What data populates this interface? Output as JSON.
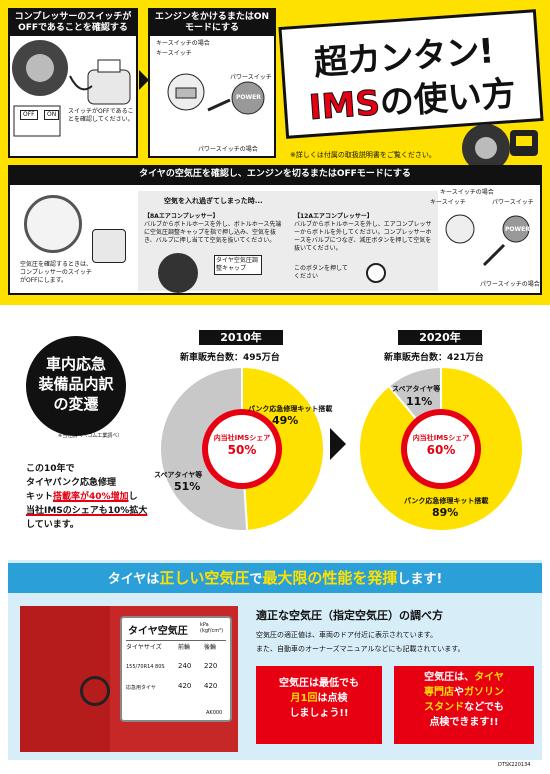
{
  "top": {
    "step1_head": "コンプレッサーのスイッチがOFFであることを確認する",
    "step1_off": "OFF",
    "step1_on": "ON",
    "step1_note": "スイッチがOFFであることを確認してください。",
    "step2_head": "エンジンをかけるまたはONモードにする",
    "step2_key": "キースイッチの場合",
    "step2_key2": "キースイッチ",
    "step2_power": "パワースイッチ",
    "step2_power_btn": "POWER",
    "step2_power_case": "パワースイッチの場合",
    "title_line1": "超カンタン!",
    "title_ims": "IMS",
    "title_line2_rest": "の使い方",
    "note": "※詳しくは付属の取扱説明書をご覧ください。",
    "bar": "タイヤの空気圧を確認し、エンジンを切るまたはOFFモードにする",
    "panel_left_note": "空気圧を確認するときは、コンプレッサーのスイッチがOFFにします。",
    "panel_mid_head": "空気を入れ過ぎてしまった時...",
    "panel_8a_head": "【8Aエアコンプレッサー】",
    "panel_8a_text": "バルブからボトルホースを外し、ボトルホース先端に空気圧調整キャップを指で押し込み、空気を抜き、バルブに押し当てて空気を抜いてください。",
    "panel_cap": "タイヤ空気圧調整キャップ",
    "panel_12a_head": "【12Aエアコンプレッサー】",
    "panel_12a_text": "バルブからボトルホースを外し、エアコンプレッサーからボトルを外してください。コンプレッサーホースをバルブにつなぎ、減圧ボタンを押して空気を抜いてください。",
    "panel_btn_note": "このボタンを押してください",
    "panel_right_key": "キースイッチの場合",
    "panel_right_key2": "キースイッチ",
    "panel_right_power": "パワースイッチ",
    "panel_right_power_btn": "POWER",
    "panel_right_power_case": "パワースイッチの場合"
  },
  "mid": {
    "badge_l1": "車内応急",
    "badge_l2": "装備品内訳",
    "badge_l3": "の変遷",
    "badge_note": "※当社調べ（ゴム工業調べ）",
    "text_l1": "この10年で",
    "text_l2": "タイヤパンク応急修理",
    "text_l3a": "キット",
    "text_l3b": "搭載率が40%増加",
    "text_l3c": "し",
    "text_l4": "当社IMSのシェアも10%拡大",
    "text_l5": "しています。"
  },
  "bottom": {
    "banner_a": "タイヤは",
    "banner_b": "正しい空気圧",
    "banner_c": "で",
    "banner_d": "最大限の性能を発揮",
    "banner_e": "します!",
    "card_title": "タイヤ空気圧",
    "card_unit": "kPa (kgf/cm²)",
    "card_h1": "タイヤサイズ",
    "card_h2": "前輪",
    "card_h3": "後輪",
    "card_r1": "155/70R14 80S",
    "card_r1a": "240",
    "card_r1b": "220",
    "card_r2": "応急用タイヤ",
    "card_r2a": "420",
    "card_r2b": "420",
    "card_code": "AK000",
    "how_title": "適正な空気圧（指定空気圧）の調べ方",
    "how_l1": "空気圧の適正値は、車両のドア付近に表示されています。",
    "how_l2": "また、自動車のオーナーズマニュアルなどにも記載されています。",
    "box1_l1": "空気圧は最低でも",
    "box1_l2a": "月1回",
    "box1_l2b": "は点検",
    "box1_l3": "しましょう!!",
    "box2_l1a": "空気圧は、",
    "box2_l1b": "タイヤ",
    "box2_l2a": "専門店",
    "box2_l2b": "や",
    "box2_l2c": "ガソリン",
    "box2_l3a": "スタンド",
    "box2_l3b": "などでも",
    "box2_l4": "点検できます!!"
  },
  "code": "DTSK220134",
  "chart_data": [
    {
      "type": "pie",
      "title": "2010年",
      "subtitle": "新車販売台数：495万台",
      "categories": [
        "パンク応急修理キット搭載",
        "スペアタイヤ等"
      ],
      "values": [
        49,
        51
      ],
      "center_label": "内当社IMSシェア",
      "center_value": "50%",
      "colors": [
        "#ffe100",
        "#c8c8c8"
      ]
    },
    {
      "type": "pie",
      "title": "2020年",
      "subtitle": "新車販売台数：421万台",
      "categories": [
        "パンク応急修理キット搭載",
        "スペアタイヤ等"
      ],
      "values": [
        89,
        11
      ],
      "center_label": "内当社IMSシェア",
      "center_value": "60%",
      "colors": [
        "#ffe100",
        "#c8c8c8"
      ]
    }
  ]
}
